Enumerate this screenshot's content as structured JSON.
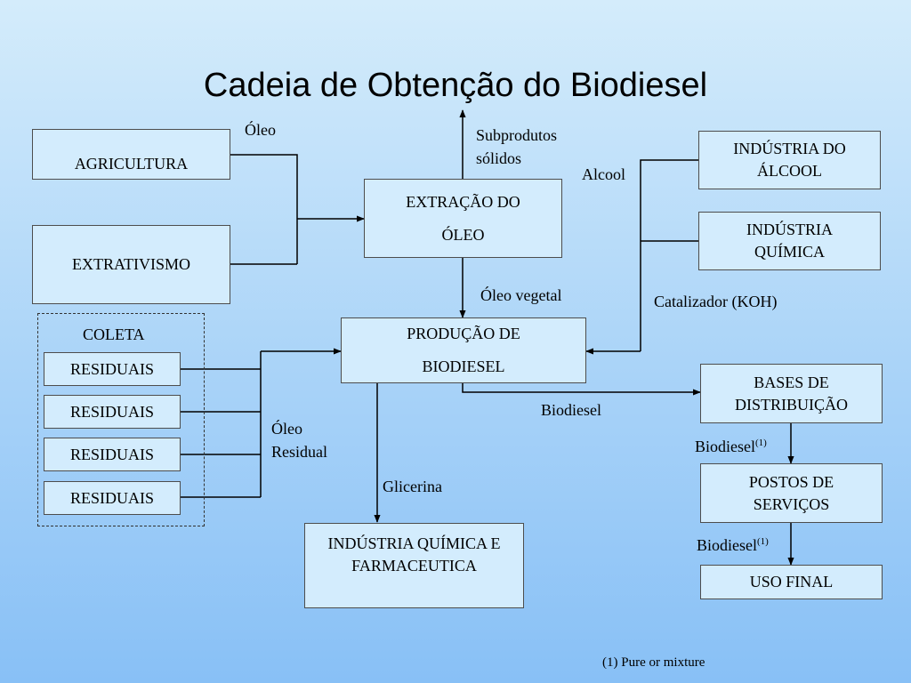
{
  "title": "Cadeia de Obtenção do Biodiesel",
  "boxes": {
    "agricultura": "AGRICULTURA",
    "extrativismo": "EXTRATIVISMO",
    "extracao": "EXTRAÇÃO DO ÓLEO",
    "industria_alcool": "INDÚSTRIA DO ÁLCOOL",
    "industria_quimica": "INDÚSTRIA QUÍMICA",
    "producao": "PRODUÇÃO DE BIODIESEL",
    "residuais_1": "RESIDUAIS",
    "residuais_2": "RESIDUAIS",
    "residuais_3": "RESIDUAIS",
    "residuais_4": "RESIDUAIS",
    "bases": "BASES DE DISTRIBUIÇÃO",
    "postos": "POSTOS DE SERVIÇOS",
    "uso_final": "USO FINAL",
    "industria_farma": "INDÚSTRIA QUÍMICA E FARMACEUTICA"
  },
  "labels": {
    "oleo": "Óleo",
    "subprodutos": "Subprodutos sólidos",
    "alcool": "Alcool",
    "oleo_vegetal": "Óleo vegetal",
    "catalizador": "Catalizador (KOH)",
    "coleta": "COLETA",
    "oleo_residual": "Óleo Residual",
    "glicerina": "Glicerina",
    "biodiesel": "Biodiesel",
    "biodiesel_1": "Biodiesel",
    "biodiesel_1_sup": "(1)",
    "biodiesel_2": "Biodiesel",
    "biodiesel_2_sup": "(1)"
  },
  "footnote": "(1) Pure or mixture"
}
